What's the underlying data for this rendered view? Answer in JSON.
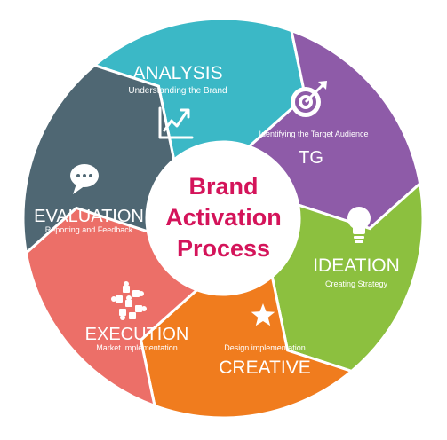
{
  "center": {
    "line1": "Brand",
    "line2": "Activation",
    "line3": "Process"
  },
  "segments": [
    {
      "title": "ANALYSIS",
      "subtitle": "Understanding the Brand",
      "color": "#3bb8c6",
      "icon": "line-chart-icon"
    },
    {
      "title": "TG",
      "subtitle": "Identifying the Target Audience",
      "color": "#8e5ba8",
      "icon": "target-icon"
    },
    {
      "title": "IDEATION",
      "subtitle": "Creating Strategy",
      "color": "#8cc03f",
      "icon": "lightbulb-icon"
    },
    {
      "title": "CREATIVE",
      "subtitle": "Design implementation",
      "color": "#f07c1e",
      "icon": "star-icon"
    },
    {
      "title": "EXECUTION",
      "subtitle": "Market Implementation",
      "color": "#ec6f68",
      "icon": "puzzle-icon"
    },
    {
      "title": "EVALUATION",
      "subtitle": "Reporting and Feedback",
      "color": "#4f6773",
      "icon": "speech-bubble-icon"
    }
  ],
  "colors": {
    "center_text": "#d4145a",
    "background": "#ffffff"
  }
}
